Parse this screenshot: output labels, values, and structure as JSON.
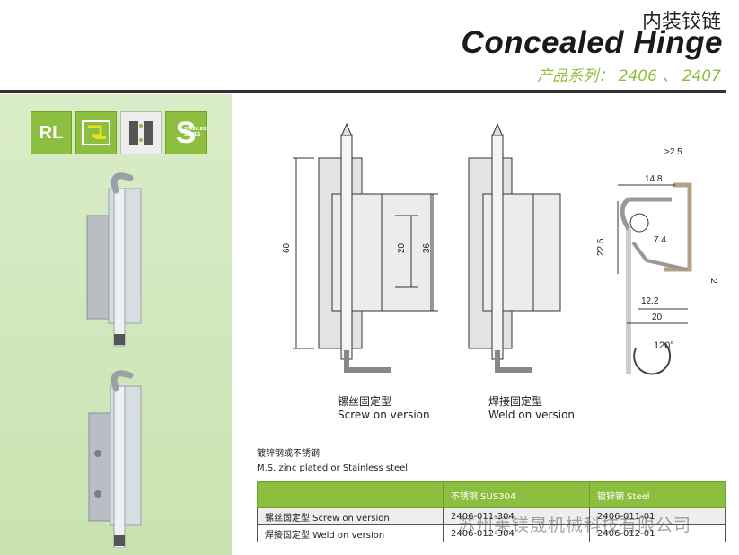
{
  "header": {
    "title_cn": "内装铰链",
    "title_en": "Concealed Hinge",
    "series": "产品系列： 2406 、 2407"
  },
  "badges": [
    "RL",
    "S",
    "STAINLESS SERIES"
  ],
  "dimensions": {
    "d60": "60",
    "d20": "20",
    "d36": "36",
    "d2_5": ">2.5",
    "d14_8": "14.8",
    "d7_4": "7.4",
    "d22_5": "22.5",
    "d2": "2",
    "d12_2": "12.2",
    "d20b": "20",
    "angle": "120°"
  },
  "captions": {
    "screw_cn": "镙丝固定型",
    "screw_en": "Screw on version",
    "weld_cn": "焊接固定型",
    "weld_en": "Weld on version"
  },
  "note": {
    "cn": "镀锌钢或不锈钢",
    "en": "M.S. zinc plated or Stainless steel"
  },
  "table": {
    "headers": [
      "",
      "不锈钢 SUS304",
      "镀锌钢 Steel"
    ],
    "rows": [
      [
        "镙丝固定型  Screw on version",
        "2406-011-304",
        "2406-011-01"
      ],
      [
        "焊接固定型 Weld on version",
        "2406-012-304",
        "2406-012-01"
      ]
    ]
  },
  "watermark": "苏州莱镁晟机械科技有限公司",
  "colors": {
    "accent": "#8cbf3f",
    "panel": "#d0e7bb"
  }
}
